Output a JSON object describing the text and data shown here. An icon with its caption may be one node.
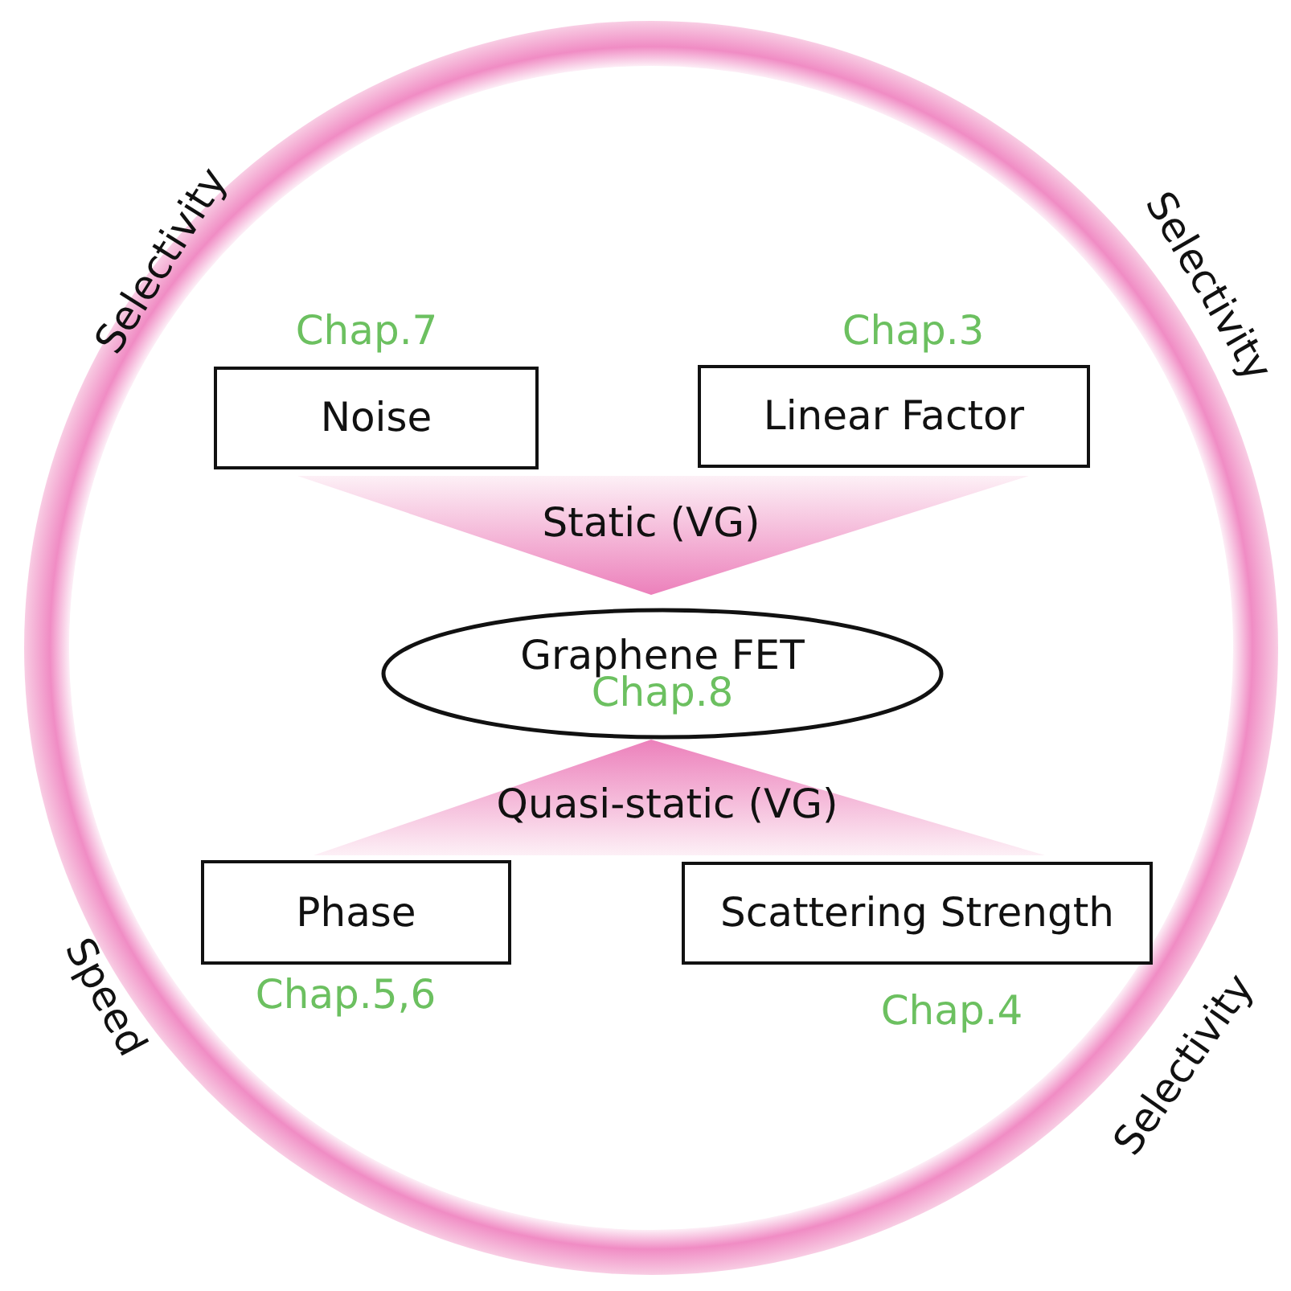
{
  "diagram": {
    "nodes": [
      {
        "text": [
          "Noise"
        ],
        "beside": [
          "Chap.7"
        ]
      },
      {
        "text": [
          "Linear Factor"
        ],
        "beside": [
          "Chap.3"
        ]
      },
      {
        "text": [
          "Graphene FET",
          "Chap.8"
        ]
      },
      {
        "text": [
          "Phase"
        ],
        "beside": [
          "Chap.5,6"
        ]
      },
      {
        "text": [
          "Scattering Strength"
        ],
        "beside": [
          "Chap.4"
        ]
      }
    ],
    "labels": [
      "Selectivity",
      "Selectivity",
      "Static (VG)",
      "Quasi-static (VG)",
      "Speed",
      "Selectivity"
    ]
  }
}
